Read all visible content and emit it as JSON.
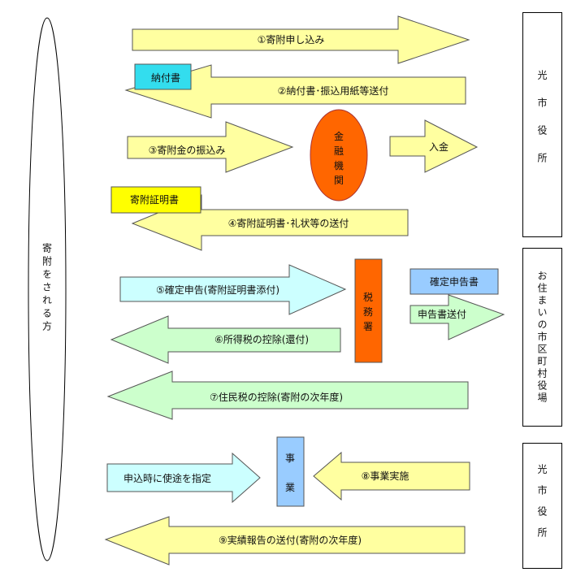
{
  "left_party": {
    "label": "寄附をされる方"
  },
  "right_boxes": [
    {
      "label": "光市役所"
    },
    {
      "label": "お住まいの市区町村役場"
    },
    {
      "label": "光市役所"
    }
  ],
  "steps": {
    "s1": "①寄附申し込み",
    "s2": "②納付書･振込用紙等送付",
    "s3": "③寄附金の振込み",
    "deposit": "入金",
    "s4": "④寄附証明書･礼状等の送付",
    "s5": "⑤確定申告(寄附証明書添付)",
    "s6": "⑥所得税の控除(還付)",
    "report_send": "申告書送付",
    "s7": "⑦住民税の控除(寄附の次年度)",
    "designate": "申込時に使途を指定",
    "s8": "⑧事業実施",
    "s9": "⑨実績報告の送付(寄附の次年度)"
  },
  "tags": {
    "payment_slip": "納付書",
    "donation_certificate": "寄附証明書",
    "tax_return": "確定申告書"
  },
  "nodes": {
    "bank": [
      "金",
      "融",
      "機",
      "関"
    ],
    "tax_office": [
      "税",
      "務",
      "署"
    ],
    "project": [
      "事",
      "業"
    ]
  },
  "colors": {
    "yellow": "#ffffa0",
    "cyan": "#ccffff",
    "green": "#ccffcc",
    "orange": "#ff6600",
    "blue": "#99ccff",
    "tag_cyan": "#33ddee",
    "tag_yellow": "#ffff00"
  }
}
